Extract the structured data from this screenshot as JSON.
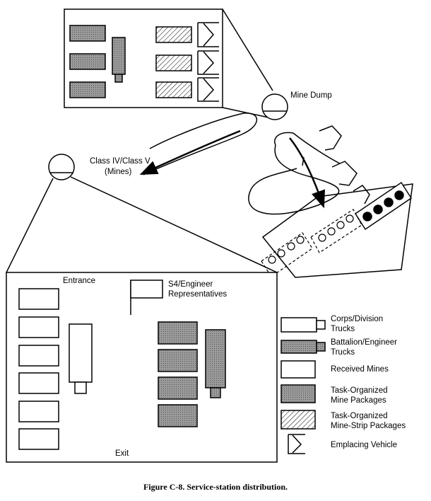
{
  "labels": {
    "mine_dump": "Mine Dump",
    "class_iv_v_line1": "Class IV/Class V",
    "class_iv_v_line2": "(Mines)",
    "entrance": "Entrance",
    "exit": "Exit",
    "s4_line1": "S4/Engineer",
    "s4_line2": "Representatives"
  },
  "legend": [
    {
      "icon": "corps-division-truck",
      "line1": "Corps/Division",
      "line2": "Trucks"
    },
    {
      "icon": "battalion-engineer-truck",
      "line1": "Battalion/Engineer",
      "line2": "Trucks"
    },
    {
      "icon": "received-mines",
      "line1": "Received Mines",
      "line2": ""
    },
    {
      "icon": "task-organized-mine-package",
      "line1": "Task-Organized",
      "line2": "Mine Packages"
    },
    {
      "icon": "task-organized-mine-strip-package",
      "line1": "Task-Organized",
      "line2": "Mine-Strip Packages"
    },
    {
      "icon": "emplacing-vehicle",
      "line1": "Emplacing Vehicle",
      "line2": ""
    }
  ],
  "caption": "Figure C-8. Service-station distribution.",
  "colors": {
    "line": "#000000",
    "gray_fill": "#8a8a8a",
    "white": "#ffffff"
  }
}
